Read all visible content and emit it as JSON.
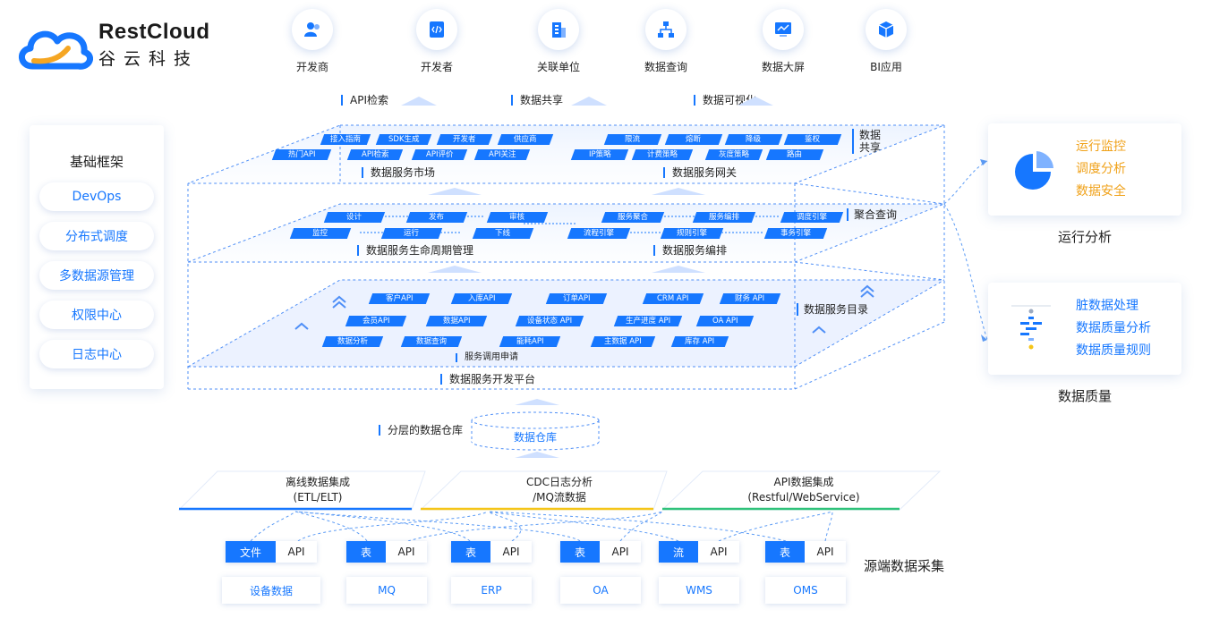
{
  "logo": {
    "name": "RestCloud",
    "subtitle": "谷云科技"
  },
  "consumers": [
    {
      "label": "开发商",
      "icon": "user-icon"
    },
    {
      "label": "开发者",
      "icon": "code-icon"
    },
    {
      "label": "关联单位",
      "icon": "building-icon"
    },
    {
      "label": "数据查询",
      "icon": "org-chart-icon"
    },
    {
      "label": "数据大屏",
      "icon": "monitor-icon"
    },
    {
      "label": "BI应用",
      "icon": "cube-icon"
    }
  ],
  "taglines": [
    "API检索",
    "数据共享",
    "数据可视化"
  ],
  "framework": {
    "title": "基础框架",
    "items": [
      "DevOps",
      "分布式调度",
      "多数据源管理",
      "权限中心",
      "日志中心"
    ]
  },
  "layers": {
    "sharing": {
      "side_label_line1": "数据",
      "side_label_line2": "共享",
      "market_label": "数据服务市场",
      "gateway_label": "数据服务网关",
      "market_row1": [
        "接入指南",
        "SDK生成",
        "开发者",
        "供应商"
      ],
      "market_row2": [
        "热门API",
        "API检索",
        "API评价",
        "API关注"
      ],
      "gateway_row1": [
        "限流",
        "熔断",
        "降级",
        "鉴权"
      ],
      "gateway_row2": [
        "IP策略",
        "计费策略",
        "灰度策略",
        "路由"
      ]
    },
    "aggregate": {
      "side_label": "聚合查询",
      "lifecycle_label": "数据服务生命周期管理",
      "orchestrate_label": "数据服务编排",
      "lifecycle_row1": [
        "设计",
        "发布",
        "审核"
      ],
      "lifecycle_row2": [
        "监控",
        "运行",
        "下线"
      ],
      "orch_row1": [
        "服务聚合",
        "服务编排",
        "调度引擎"
      ],
      "orch_row2": [
        "流程引擎",
        "规则引擎",
        "事务引擎"
      ]
    },
    "catalog": {
      "side_label": "数据服务目录",
      "row1": [
        "客户API",
        "入库API",
        "订单API",
        "CRM API",
        "财务 API"
      ],
      "row2": [
        "会员API",
        "数据API",
        "设备状态 API",
        "生产进度 API",
        "OA API"
      ],
      "row3": [
        "数据分析",
        "数据查询",
        "能耗API",
        "主数据 API",
        "库存 API"
      ],
      "apply_label": "服务调用申请"
    },
    "platform_label": "数据服务开发平台"
  },
  "warehouse": {
    "label": "分层的数据仓库",
    "name": "数据仓库"
  },
  "collectors": [
    {
      "line1": "离线数据集成",
      "line2": "(ETL/ELT)",
      "color": "#1677ff"
    },
    {
      "line1": "CDC日志分析",
      "line2": "/MQ流数据",
      "color": "#f5c518"
    },
    {
      "line1": "API数据集成",
      "line2": "(Restful/WebService)",
      "color": "#2fc27a"
    }
  ],
  "sources": [
    {
      "type": "文件",
      "api": "API",
      "name": "设备数据"
    },
    {
      "type": "表",
      "api": "API",
      "name": "MQ"
    },
    {
      "type": "表",
      "api": "API",
      "name": "ERP"
    },
    {
      "type": "表",
      "api": "API",
      "name": "OA"
    },
    {
      "type": "流",
      "api": "API",
      "name": "WMS"
    },
    {
      "type": "表",
      "api": "API",
      "name": "OMS"
    }
  ],
  "source_label": "源端数据采集",
  "runtime": {
    "title": "运行分析",
    "items": [
      "运行监控",
      "调度分析",
      "数据安全"
    ],
    "item_color": "#f0a21a"
  },
  "quality": {
    "title": "数据质量",
    "items": [
      "脏数据处理",
      "数据质量分析",
      "数据质量规则"
    ],
    "item_color": "#1677ff"
  }
}
